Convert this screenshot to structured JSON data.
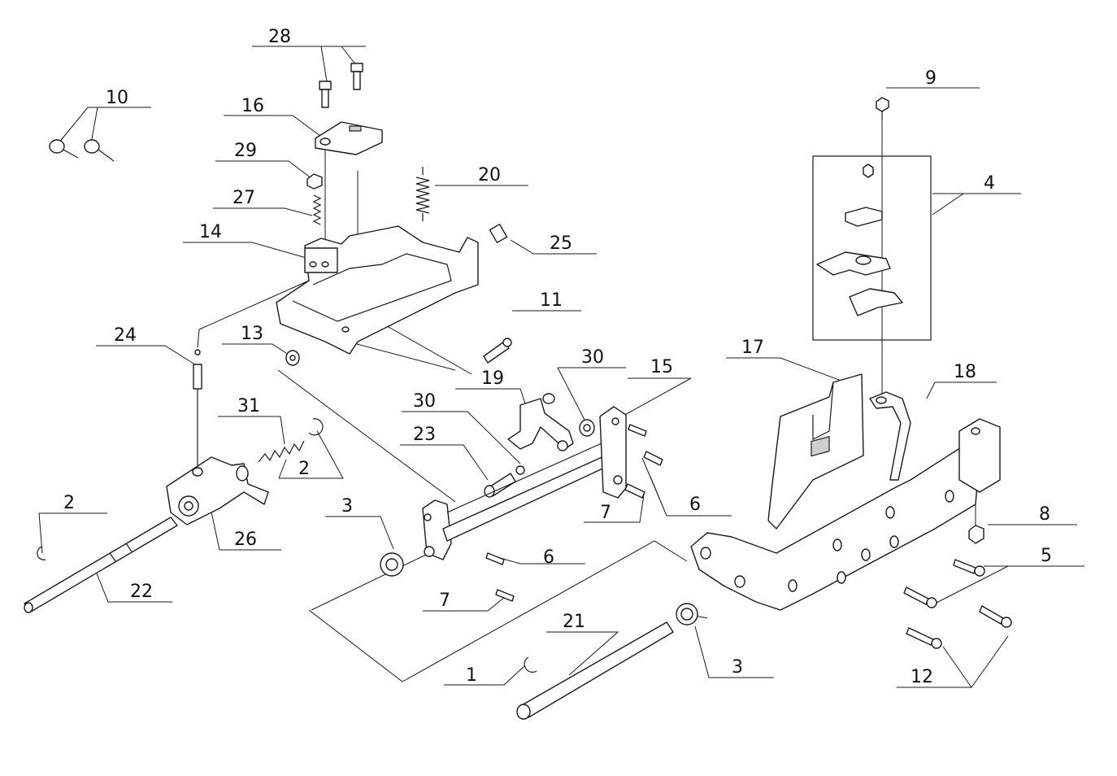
{
  "callouts": {
    "c1": "1",
    "c2a": "2",
    "c2b": "2",
    "c3a": "3",
    "c3b": "3",
    "c4": "4",
    "c5": "5",
    "c6a": "6",
    "c6b": "6",
    "c7a": "7",
    "c7b": "7",
    "c8": "8",
    "c9": "9",
    "c10": "10",
    "c11": "11",
    "c12": "12",
    "c13": "13",
    "c14": "14",
    "c15": "15",
    "c16": "16",
    "c17": "17",
    "c18": "18",
    "c19": "19",
    "c20": "20",
    "c21": "21",
    "c22": "22",
    "c23": "23",
    "c24": "24",
    "c25": "25",
    "c26": "26",
    "c27": "27",
    "c28": "28",
    "c29": "29",
    "c30a": "30",
    "c30b": "30",
    "c31": "31"
  }
}
